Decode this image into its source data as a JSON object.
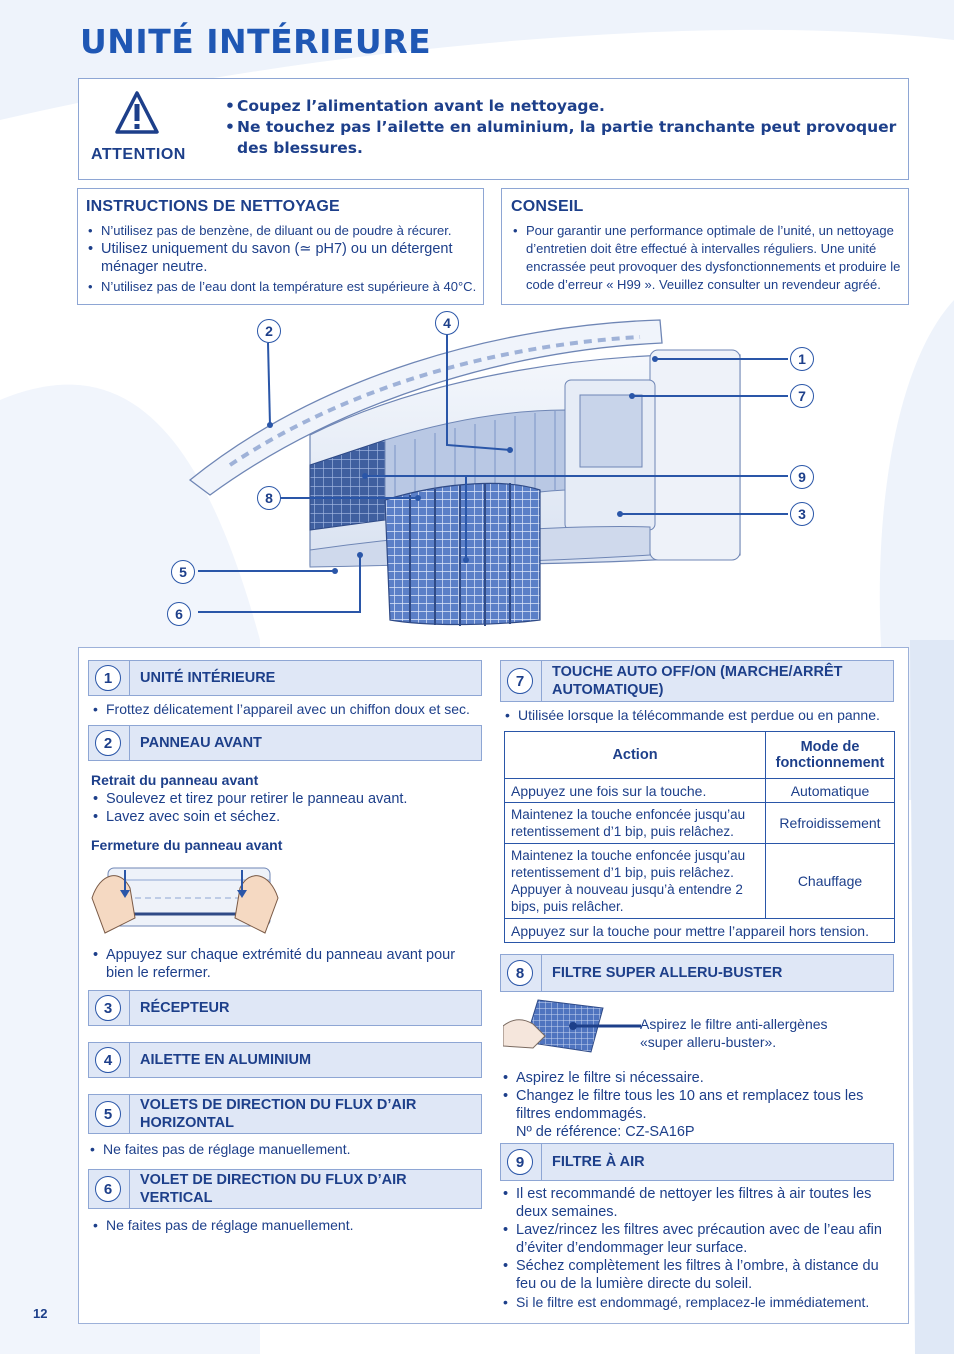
{
  "page_title": "UNITÉ INTÉRIEURE",
  "attention": {
    "label": "ATTENTION",
    "lines": [
      "Coupez l’alimentation avant le nettoyage.",
      "Ne touchez pas l’ailette en aluminium, la partie tranchante peut provoquer des blessures."
    ]
  },
  "cleaning": {
    "title": "INSTRUCTIONS DE NETTOYAGE",
    "items": [
      "N’utilisez pas de benzène, de diluant ou de poudre à récurer.",
      "Utilisez uniquement du savon (≃ pH7) ou un détergent ménager neutre.",
      "N’utilisez pas de l’eau dont la température est supérieure à 40°C."
    ]
  },
  "advice": {
    "title": "CONSEIL",
    "text": "Pour garantir une performance optimale de l’unité, un nettoyage d’entretien doit être effectué à intervalles réguliers. Une unité encrassée peut provoquer des dysfonctionnements et produire le code d’erreur « H99 ». Veuillez consulter un revendeur agréé."
  },
  "callouts": [
    "1",
    "2",
    "3",
    "4",
    "5",
    "6",
    "7",
    "8",
    "9"
  ],
  "sections": {
    "s1": {
      "num": "1",
      "title": "UNITÉ INTÉRIEURE",
      "items": [
        "Frottez délicatement l’appareil avec un chiffon doux et sec."
      ]
    },
    "s2": {
      "num": "2",
      "title": "PANNEAU AVANT",
      "remove_title": "Retrait du panneau avant",
      "remove_items": [
        "Soulevez et tirez pour retirer le panneau avant.",
        "Lavez avec soin et séchez."
      ],
      "close_title": "Fermeture du panneau avant",
      "close_items": [
        "Appuyez sur chaque extrémité du panneau avant pour bien le refermer."
      ]
    },
    "s3": {
      "num": "3",
      "title": "RÉCEPTEUR"
    },
    "s4": {
      "num": "4",
      "title": "AILETTE EN ALUMINIUM"
    },
    "s5": {
      "num": "5",
      "title": "VOLETS DE DIRECTION DU FLUX D’AIR HORIZONTAL",
      "items": [
        "Ne faites pas de réglage manuellement."
      ]
    },
    "s6": {
      "num": "6",
      "title": "VOLET DE DIRECTION DU FLUX D’AIR VERTICAL",
      "items": [
        "Ne faites pas de réglage manuellement."
      ]
    },
    "s7": {
      "num": "7",
      "title": "TOUCHE AUTO OFF/ON (MARCHE/ARRÊT AUTOMATIQUE)",
      "items": [
        "Utilisée lorsque la télécommande est perdue ou en panne."
      ],
      "table": {
        "h_action": "Action",
        "h_mode": "Mode de fonctionnement",
        "rows": [
          {
            "action": "Appuyez une fois sur la touche.",
            "mode": "Automatique"
          },
          {
            "action": "Maintenez la touche enfoncée jusqu’au retentissement d’1 bip, puis relâchez.",
            "mode": "Refroidissement"
          },
          {
            "action": "Maintenez la touche enfoncée jusqu’au retentissement d’1 bip, puis relâchez. Appuyer à nouveau jusqu’à entendre 2 bips, puis relâcher.",
            "mode": "Chauffage"
          }
        ],
        "footer": "Appuyez sur la touche pour mettre l’appareil hors tension."
      }
    },
    "s8": {
      "num": "8",
      "title": "FILTRE SUPER ALLERU-BUSTER",
      "caption": "Aspirez le filtre anti-allergènes «super alleru-buster».",
      "items": [
        "Aspirez le filtre si nécessaire.",
        "Changez le filtre tous les 10 ans et remplacez tous les filtres endommagés."
      ],
      "ref": "Nº de référence: CZ-SA16P"
    },
    "s9": {
      "num": "9",
      "title": "FILTRE À AIR",
      "items": [
        "Il est recommandé de nettoyer les filtres à air toutes les deux semaines.",
        "Lavez/rincez les filtres avec précaution avec de l’eau afin d’éviter d’endommager leur surface.",
        "Séchez complètement les filtres à l’ombre, à distance du feu ou de la lumière directe du soleil.",
        "Si le filtre est endommagé, remplacez-le immédiatement."
      ]
    }
  },
  "page_number": "12",
  "colors": {
    "accent": "#1f57b4",
    "text": "#1d3f8a",
    "bar": "#dfe7f6",
    "border": "#8ea6d4"
  }
}
